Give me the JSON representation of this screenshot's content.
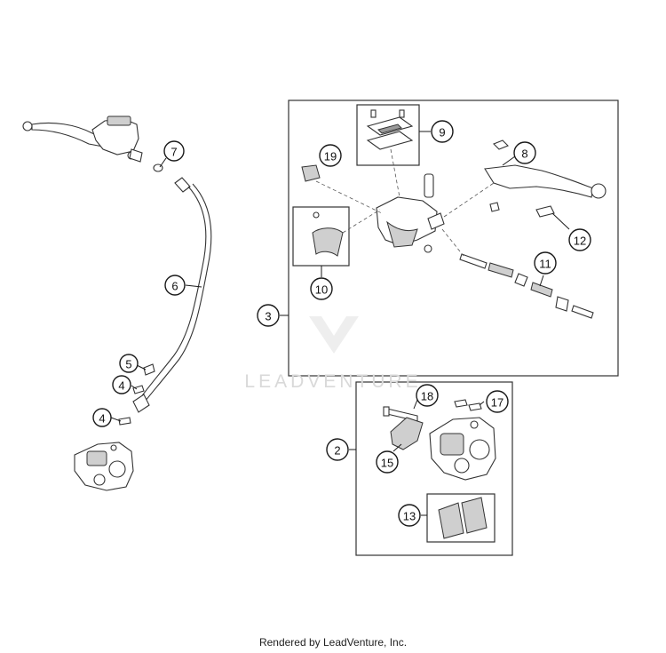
{
  "watermark": "LEADVENTURE",
  "footer": "Rendered by LeadVenture, Inc.",
  "callouts": [
    "7",
    "6",
    "5",
    "4",
    "4",
    "3",
    "19",
    "9",
    "8",
    "12",
    "11",
    "10",
    "2",
    "18",
    "17",
    "15",
    "13"
  ]
}
